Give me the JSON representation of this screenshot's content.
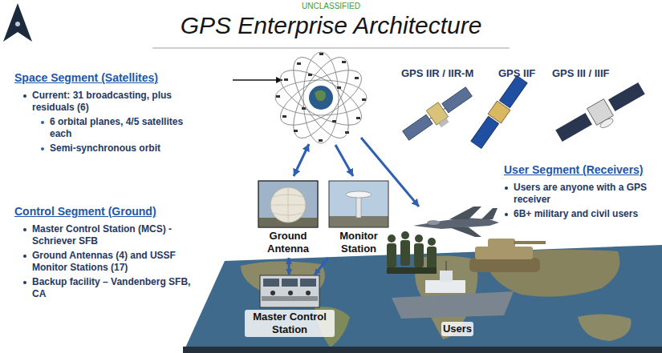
{
  "diagram": {
    "title": "GPS Enterprise Architecture",
    "nodes": [
      {
        "text": [
          "Ground Antenna"
        ]
      },
      {
        "text": [
          "Monitor Station"
        ]
      },
      {
        "text": [
          "Master Control Station"
        ]
      },
      {
        "text": [
          "Users"
        ]
      }
    ],
    "edges": [
      {
        "from": 2,
        "to": 0,
        "arrow": "both"
      },
      {
        "from": 1,
        "to": 2,
        "arrow": "to"
      }
    ],
    "labels": [
      "UNCLASSIFIED",
      "Space Segment (Satellites)",
      "Current: 31 broadcasting, plus residuals (6)",
      "6 orbital planes, 4/5 satellites each",
      "Semi-synchronous orbit",
      "GPS IIR / IIR-M",
      "GPS IIF",
      "GPS III / IIIF",
      "User Segment (Receivers)",
      "Users are anyone with a GPS receiver",
      "6B+ military and civil users",
      "Control Segment (Ground)",
      "Master Control Station (MCS) - Schriever SFB",
      "Ground Antennas (4) and USSF Monitor Stations (17)",
      "Backup facility – Vandenberg SFB, CA"
    ]
  }
}
